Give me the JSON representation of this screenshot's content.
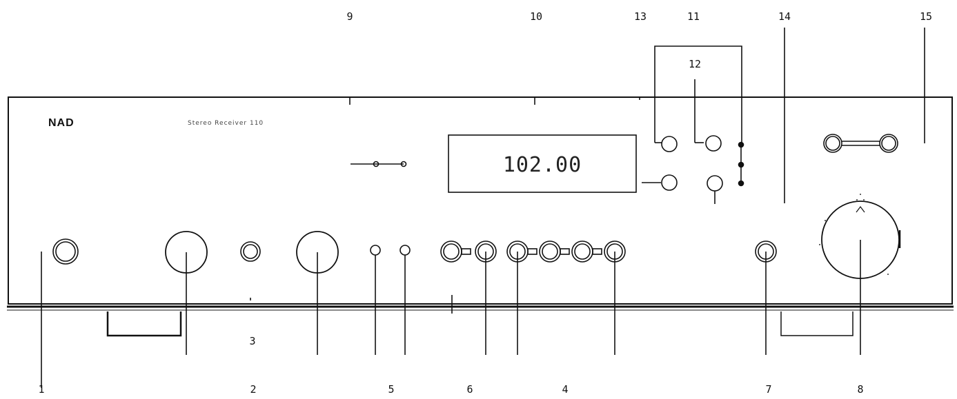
{
  "brand": "NAD",
  "model_text": "Stereo Receiver 110",
  "display_readout": "102.00",
  "callouts_top": [
    "9",
    "10",
    "13",
    "11",
    "14",
    "15"
  ],
  "callout_12": "12",
  "callout_3": "3",
  "callouts_bottom": [
    "1",
    "2",
    "5",
    "6",
    "4",
    "7",
    "8"
  ]
}
